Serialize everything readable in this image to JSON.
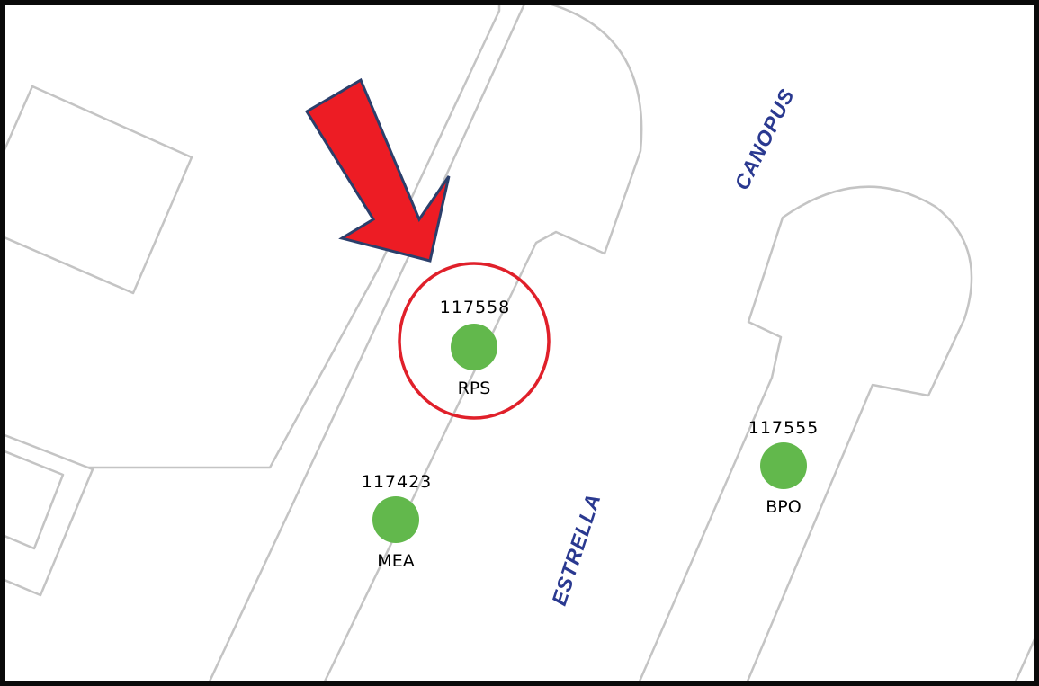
{
  "colors": {
    "marker_fill": "#62b84c",
    "highlight_circle": "#e0202a",
    "arrow_fill": "#ed1c24",
    "arrow_stroke": "#2b3f6b",
    "street_label": "#2a3990",
    "outline": "#c4c4c4",
    "frame": "#0a0a0a"
  },
  "streets": [
    {
      "name": "CANOPUS"
    },
    {
      "name": "ESTRELLA"
    }
  ],
  "sites": [
    {
      "id": "117558",
      "code": "RPS",
      "highlighted": true
    },
    {
      "id": "117423",
      "code": "MEA",
      "highlighted": false
    },
    {
      "id": "117555",
      "code": "BPO",
      "highlighted": false
    }
  ],
  "icons": {
    "pointer": "red-arrow-icon",
    "highlight": "red-circle-icon",
    "marker": "green-dot-icon"
  }
}
